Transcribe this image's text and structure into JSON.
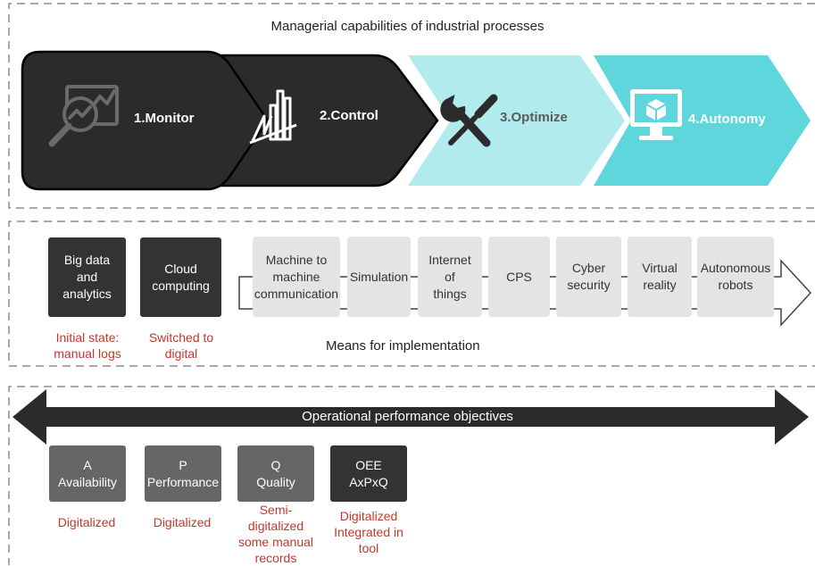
{
  "section1": {
    "title": "Managerial capabilities of industrial processes",
    "stages": [
      {
        "label": "1.Monitor",
        "icon": "monitor-analytics-icon",
        "color": "#2b2b2b"
      },
      {
        "label": "2.Control",
        "icon": "control-chart-icon",
        "color": "#2b2b2b"
      },
      {
        "label": "3.Optimize",
        "icon": "wrench-screwdriver-icon",
        "color": "#b2ebee"
      },
      {
        "label": "4.Autonomy",
        "icon": "computer-cube-icon",
        "color": "#5dd6dc"
      }
    ]
  },
  "section2": {
    "caption": "Means for implementation",
    "dark_boxes": [
      {
        "label": "Big data\nand\nanalytics",
        "note": "Initial state:\nmanual logs"
      },
      {
        "label": "Cloud\ncomputing",
        "note": "Switched to\ndigital"
      }
    ],
    "grey_boxes": [
      "Machine to\nmachine\ncommunication",
      "Simulation",
      "Internet\nof\nthings",
      "CPS",
      "Cyber\nsecurity",
      "Virtual\nreality",
      "Autonomous\nrobots"
    ]
  },
  "section3": {
    "arrow_label": "Operational performance objectives",
    "objectives": [
      {
        "label": "A\nAvailability",
        "note": "Digitalized"
      },
      {
        "label": "P\nPerformance",
        "note": "Digitalized"
      },
      {
        "label": "Q\nQuality",
        "note": "Semi-\ndigitalized\nsome manual\nrecords"
      },
      {
        "label": "OEE\nAxPxQ",
        "note": "Digitalized\nIntegrated in\ntool"
      }
    ]
  },
  "colors": {
    "dark": "#333333",
    "grey": "#e4e4e4",
    "red": "#c0392b",
    "light_teal": "#b2ebee",
    "teal": "#5dd6dc"
  }
}
